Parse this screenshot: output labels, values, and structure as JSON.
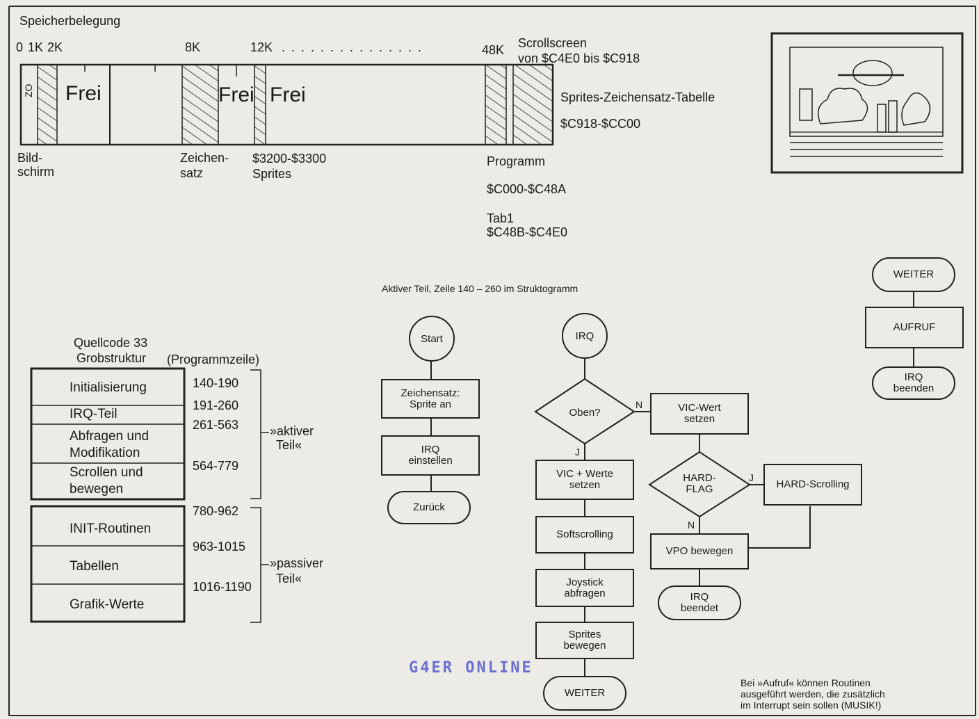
{
  "memory_map": {
    "title": "Speicherbelegung",
    "addr_labels": [
      "0",
      "1K",
      "2K",
      "8K",
      "12K",
      ". . . . . . . . . . . . . . .",
      "48K"
    ],
    "segments": {
      "zo": "ZO",
      "frei1": "Frei",
      "frei2": "Frei",
      "frei3": "Frei"
    },
    "scrollscreen": [
      "Scrollscreen",
      "von $C4E0 bis $C918"
    ],
    "sprites_table": [
      "Sprites-Zeichensatz-Tabelle",
      "$C918-$CC00"
    ],
    "below": {
      "bildschirm": [
        "Bild-",
        "schirm"
      ],
      "zeichensatz": [
        "Zeichen-",
        "satz"
      ],
      "sprites": [
        "$3200-$3300",
        "Sprites"
      ],
      "programm": [
        "Programm",
        "$C000-$C48A"
      ],
      "tab1": [
        "Tab1",
        "$C48B-$C4E0"
      ]
    }
  },
  "source_table": {
    "title1": "Quellcode 33",
    "title2": "Grobstruktur",
    "col_header": "(Programmzeile)",
    "active_rows": [
      "Initialisierung",
      "IRQ-Teil",
      "Abfragen und",
      "Modifikation",
      "Scrollen und",
      "bewegen"
    ],
    "passive_rows": [
      "INIT-Routinen",
      "Tabellen",
      "Grafik-Werte"
    ],
    "line_ranges": [
      "140-190",
      "191-260",
      "261-563",
      "564-779",
      "780-962",
      "963-1015",
      "1016-1190"
    ],
    "active_label": [
      "»aktiver",
      "Teil«"
    ],
    "passive_label": [
      "»passiver",
      "Teil«"
    ]
  },
  "flow": {
    "caption": "Aktiver Teil, Zeile 140 – 260 im Struktogramm",
    "start": "Start",
    "zeichensatz": [
      "Zeichensatz:",
      "Sprite an"
    ],
    "irq_einstellen": [
      "IRQ",
      "einstellen"
    ],
    "zurueck": "Zurück",
    "irq": "IRQ",
    "oben": "Oben?",
    "n1": "N",
    "j1": "J",
    "vic_werte": [
      "VIC + Werte",
      "setzen"
    ],
    "softscrolling": "Softscrolling",
    "joystick": [
      "Joystick",
      "abfragen"
    ],
    "sprites_bewegen": [
      "Sprites",
      "bewegen"
    ],
    "weiter_bottom": "WEITER",
    "vic_wert": [
      "VIC-Wert",
      "setzen"
    ],
    "hard_flag": [
      "HARD-",
      "FLAG"
    ],
    "j2": "J",
    "n2": "N",
    "hard_scrolling": "HARD-Scrolling",
    "vpo_bewegen": "VPO bewegen",
    "irq_beendet": [
      "IRQ",
      "beendet"
    ],
    "weiter_top": "WEITER",
    "aufruf": "AUFRUF",
    "irq_beenden": [
      "IRQ",
      "beenden"
    ],
    "note": [
      "Bei »Aufruf« können Routinen",
      "ausgeführt werden, die zusätzlich",
      "im Interrupt sein sollen (MUSIK!)"
    ]
  },
  "watermark": "G4ER ONLINE"
}
